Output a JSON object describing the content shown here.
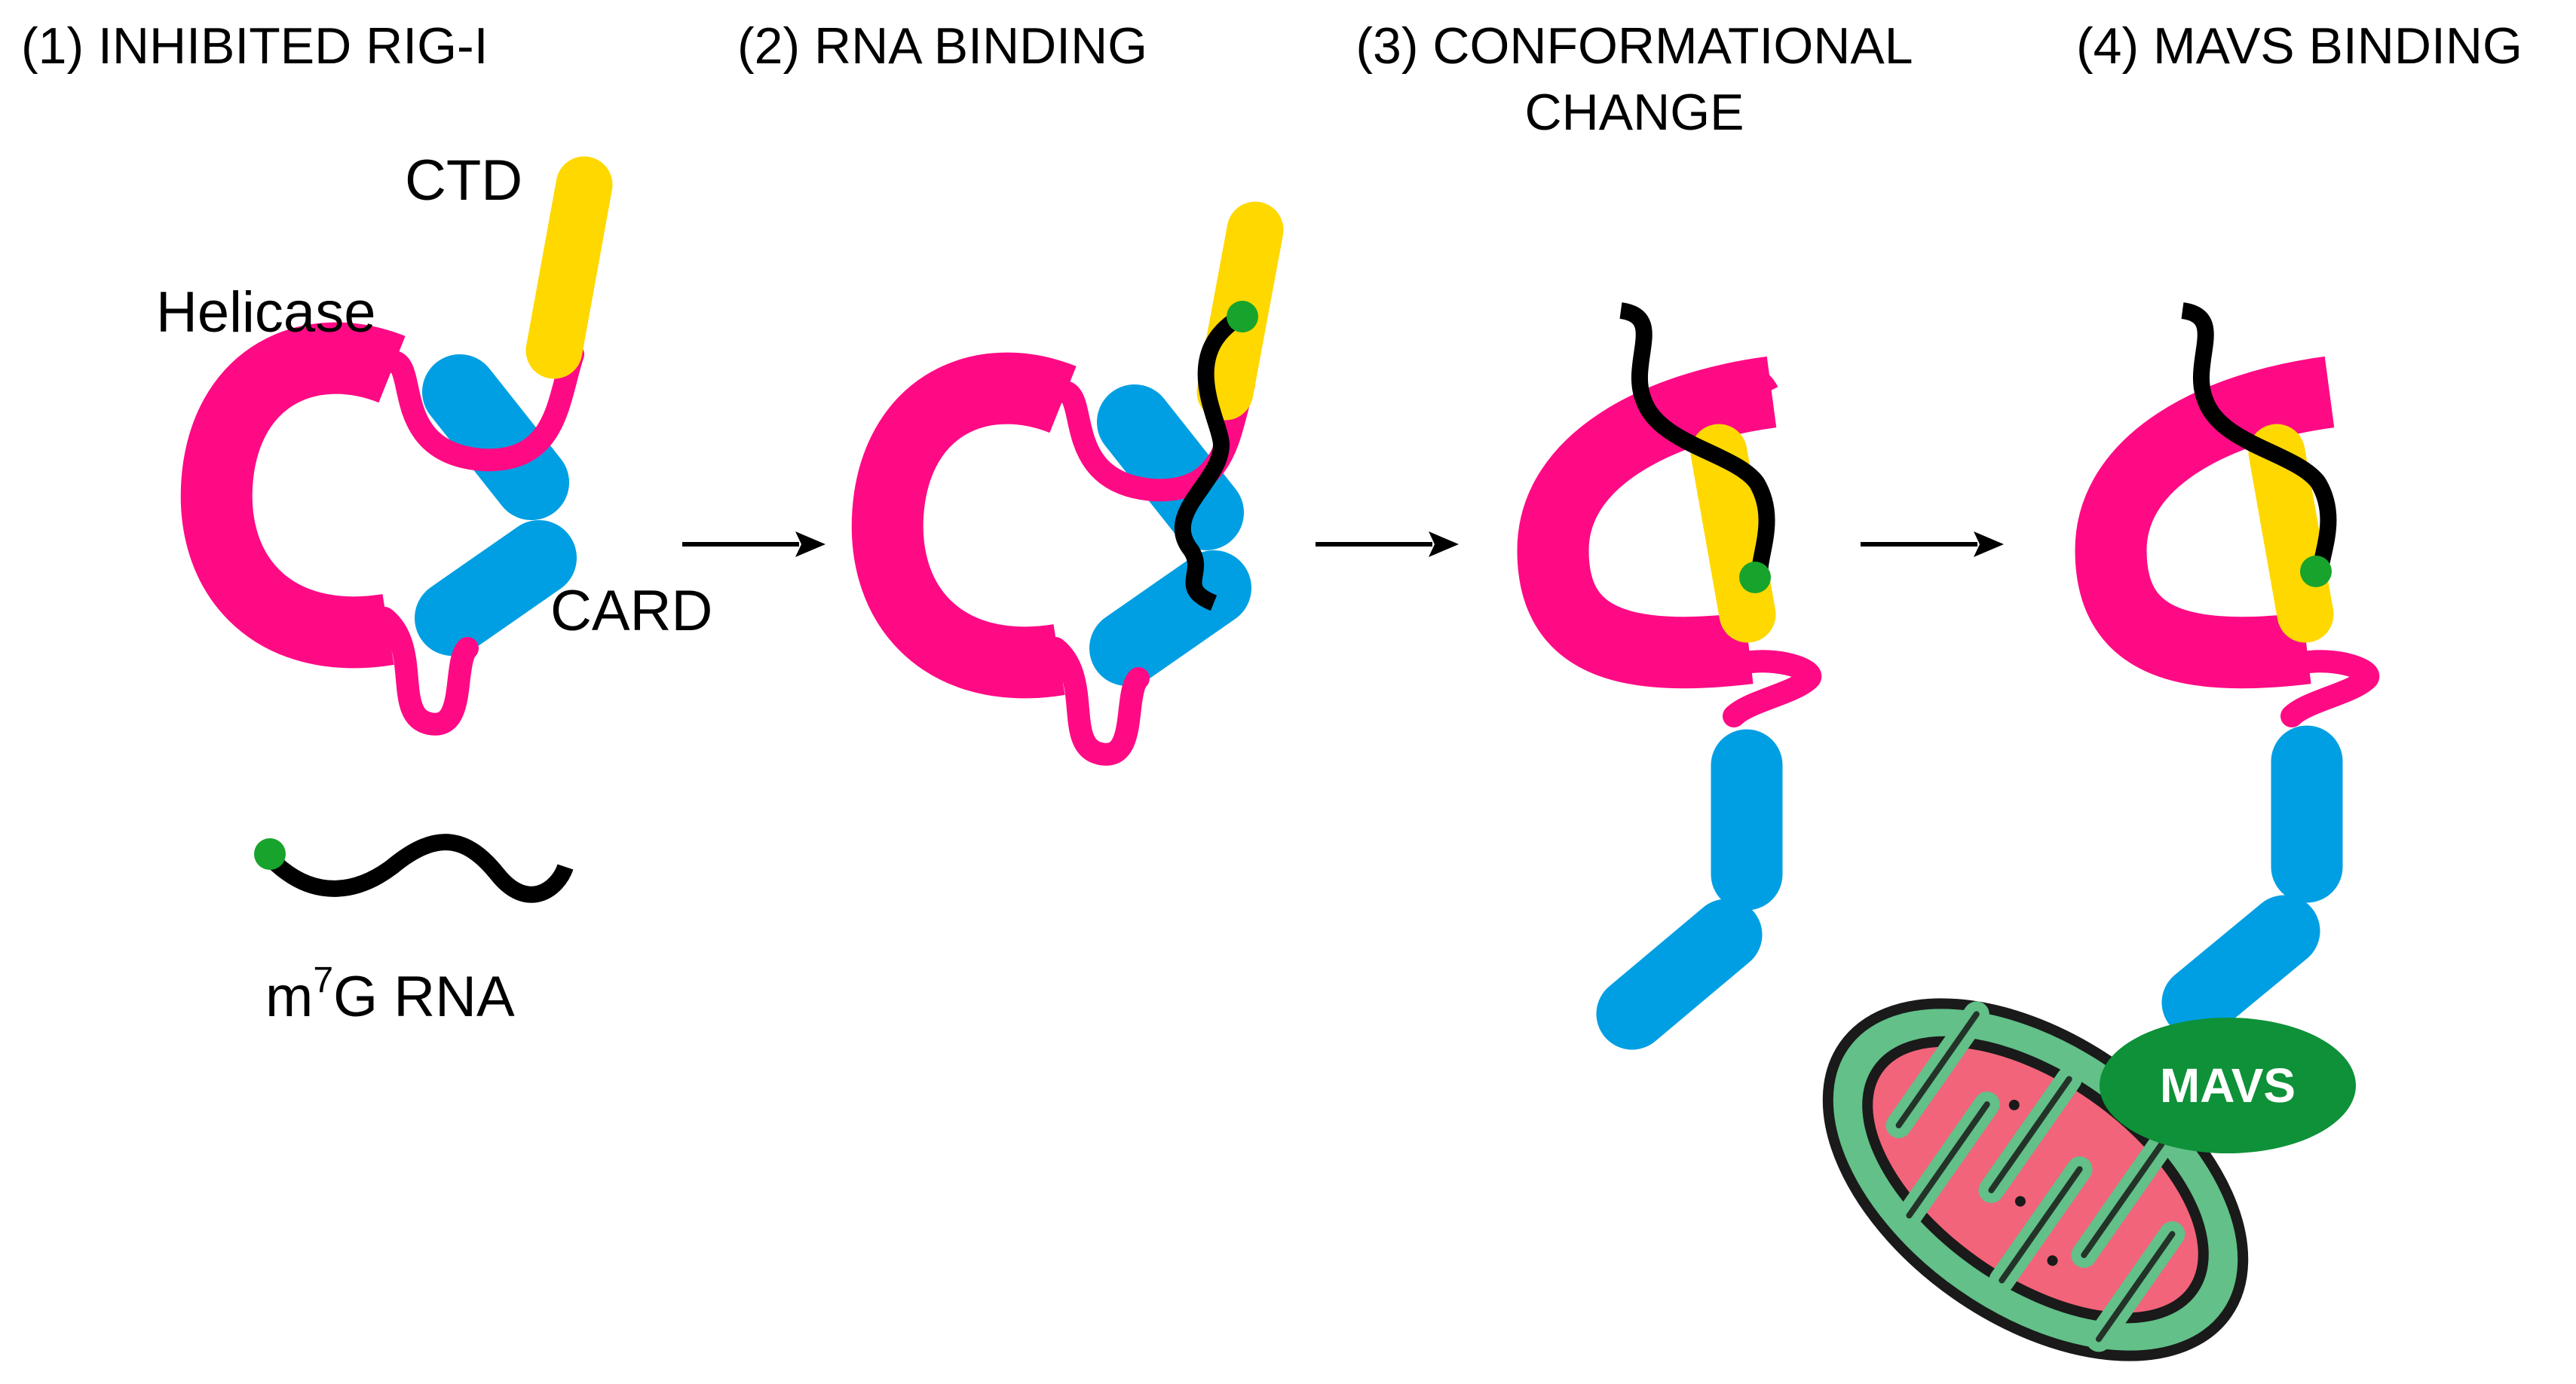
{
  "steps": [
    {
      "label_lines": [
        "(1) INHIBITED RIG-I"
      ]
    },
    {
      "label_lines": [
        "(2) RNA BINDING"
      ]
    },
    {
      "label_lines": [
        "(3) CONFORMATIONAL",
        "CHANGE"
      ]
    },
    {
      "label_lines": [
        "(4) MAVS BINDING"
      ]
    }
  ],
  "domain_labels": {
    "ctd": "CTD",
    "helicase": "Helicase",
    "card": "CARD",
    "rna_main": "m",
    "rna_sup": "7",
    "rna_tail": "G RNA"
  },
  "mavs_label": "MAVS",
  "colors": {
    "helicase": "#ff0a85",
    "ctd": "#ffd800",
    "card": "#009fe3",
    "rna": "#000000",
    "cap": "#18a42c",
    "mavs": "#0e9138",
    "mito_outer": "#62c088",
    "mito_inner": "#f2647a",
    "outline": "#1a1a1a"
  },
  "icons": [
    "arrow-right-icon",
    "mitochondrion-icon"
  ]
}
